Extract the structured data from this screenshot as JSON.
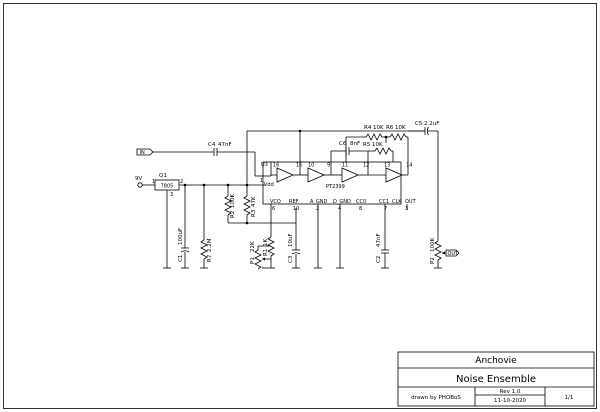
{
  "title_block": {
    "project": "Anchovie",
    "title": "Noise Ensemble",
    "rev": "Rev 1.0",
    "drawn_by": "drawn by PHOBoS",
    "date": "11-10-2020",
    "sheet": "1/1"
  },
  "ports": {
    "in": "IN",
    "out": "OUT",
    "supply": "9V"
  },
  "regulator": {
    "ref": "Q1",
    "part": "7805",
    "pin_in": "1",
    "pin_out": "2",
    "pin_gnd": "3"
  },
  "ic": {
    "ref": "U3",
    "part": "PT2399",
    "vdd": "Vdd",
    "pins_top": [
      "16",
      "15",
      "10",
      "9",
      "11",
      "12",
      "13",
      "14"
    ],
    "pins_bottom": [
      "6",
      "10",
      "2",
      "4",
      "8",
      "7",
      "3"
    ],
    "bottom_labels": [
      "VCO",
      "REF",
      "A_GND",
      "D_GND",
      "CC0",
      "CC1",
      "CLK",
      "OUT"
    ],
    "pin_vdd": "1"
  },
  "parts": {
    "C1": {
      "ref": "C1",
      "value": "100uF"
    },
    "R7": {
      "ref": "R7",
      "value": "2.2M"
    },
    "R2": {
      "ref": "R2",
      "value": "100K"
    },
    "R3": {
      "ref": "R3",
      "value": "47K"
    },
    "P1": {
      "ref": "P1",
      "value": "22K"
    },
    "R1": {
      "ref": "R1",
      "value": "1K"
    },
    "C3": {
      "ref": "C3",
      "value": "10uF"
    },
    "C2": {
      "ref": "C2",
      "value": "47nF"
    },
    "C4": {
      "ref": "C4",
      "value": "47nF"
    },
    "C5": {
      "ref": "C5",
      "value": "2.2uF"
    },
    "C6": {
      "ref": "C6",
      "value": "8nF"
    },
    "R4": {
      "ref": "R4",
      "value": "10K"
    },
    "R5": {
      "ref": "R5",
      "value": "10K"
    },
    "R6": {
      "ref": "R6",
      "value": "10K"
    },
    "P2": {
      "ref": "P2",
      "value": "100K"
    }
  }
}
